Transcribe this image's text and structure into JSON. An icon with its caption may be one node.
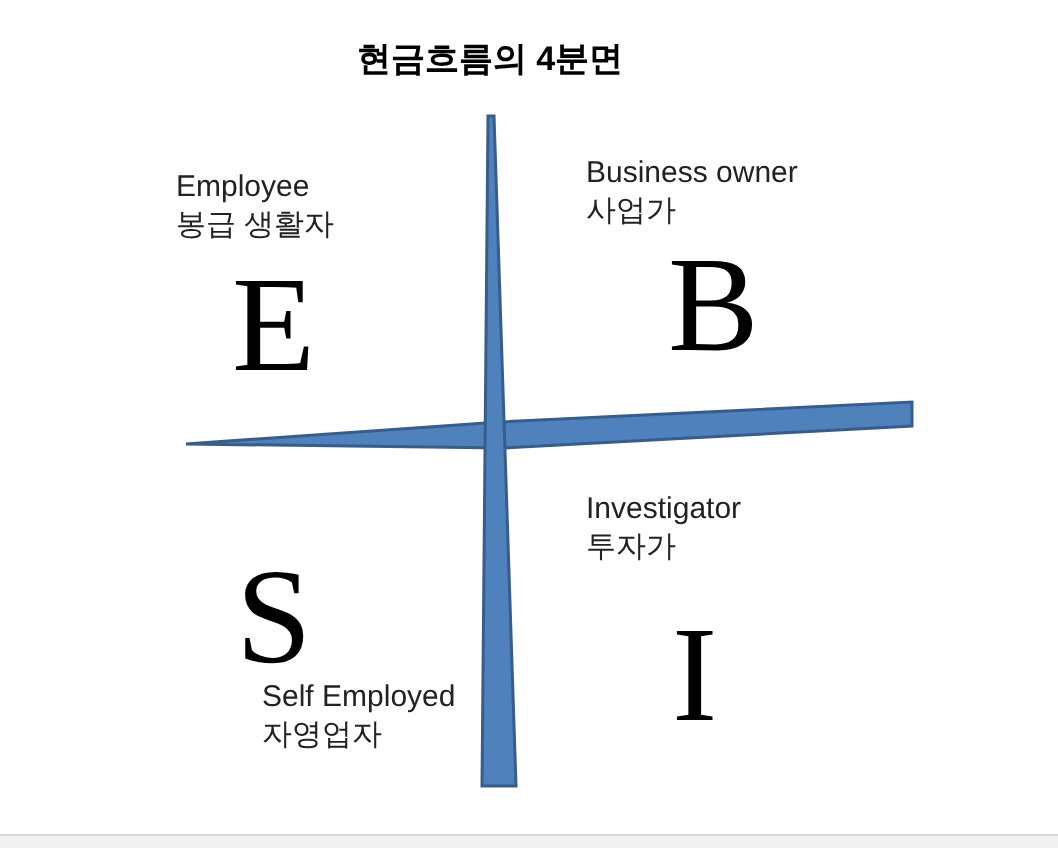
{
  "diagram": {
    "title": "현금흐름의 4분면",
    "labels": [
      "Employee",
      "봉급 생활자",
      "E",
      "Business owner",
      "사업가",
      "B",
      "Investigator",
      "투자가",
      "S",
      "I",
      "Self Employed",
      "자영업자"
    ]
  }
}
